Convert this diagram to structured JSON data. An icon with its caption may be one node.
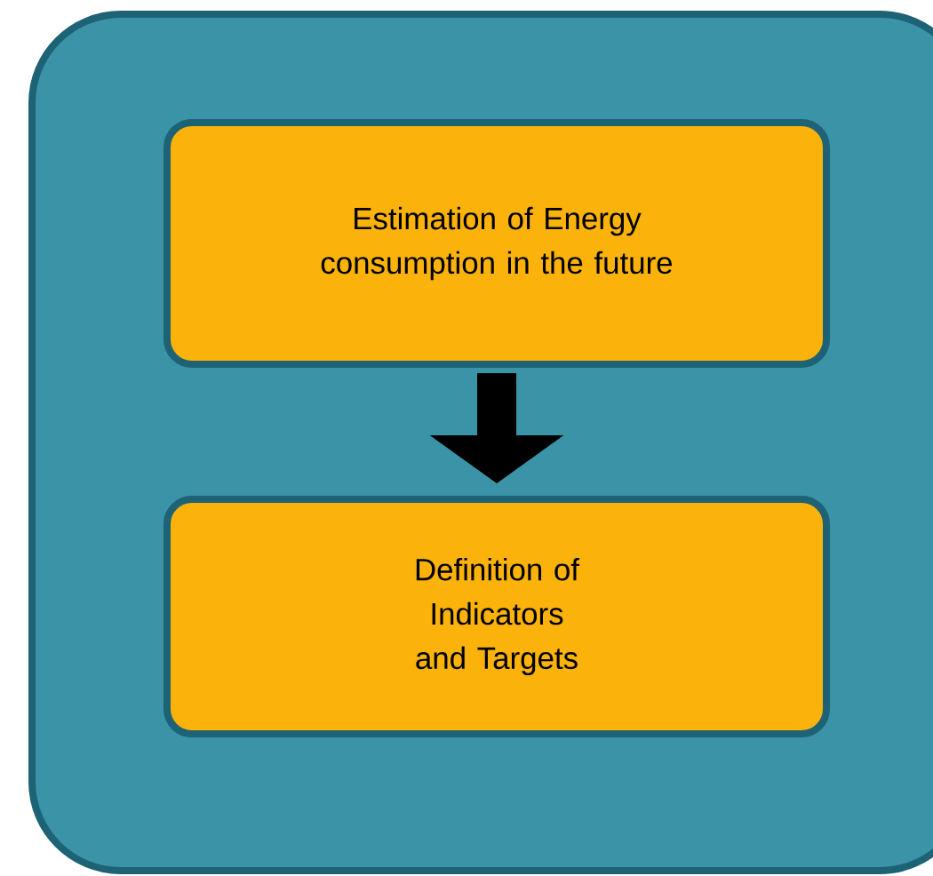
{
  "diagram": {
    "nodes": [
      {
        "text": [],
        "shape": "box"
      },
      {
        "text": [
          "Estimation of Energy consumption in the future"
        ],
        "in": 0
      },
      {
        "text": [
          "Definition of Indicators and Targets"
        ],
        "in": 0
      }
    ],
    "edges": [
      {
        "from": 1,
        "to": 2,
        "arrow": "to"
      }
    ]
  }
}
